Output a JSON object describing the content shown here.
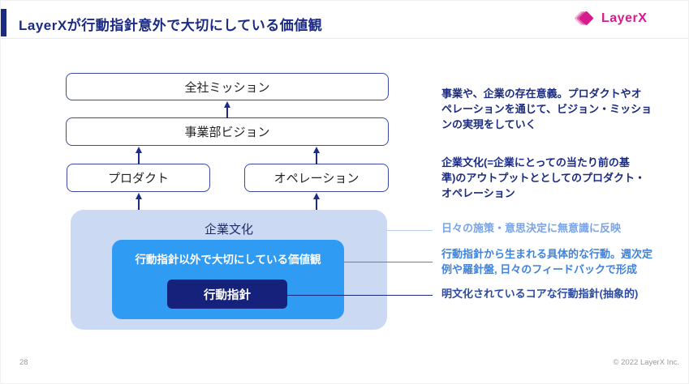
{
  "header": {
    "title": "LayerXが行動指針意外で大切にしている価値観",
    "logo_text": "LayerX"
  },
  "diagram": {
    "mission_label": "全社ミッション",
    "vision_label": "事業部ビジョン",
    "product_label": "プロダクト",
    "operation_label": "オペレーション",
    "culture_label": "企業文化",
    "values_label": "行動指針以外で大切にしている価値観",
    "principles_label": "行動指針"
  },
  "annotations": [
    {
      "text": "事業や、企業の存在意義。プロダクトやオ\nペレーションを通じて、ビジョン・ミッショ\nンの実現をしていく",
      "color": "#1a2b80"
    },
    {
      "text": "企業文化(=企業にとっての当たり前の基\n準)のアウトプットととしてのプロダクト・\nオペレーション",
      "color": "#1a2b80"
    },
    {
      "text": "日々の施策・意思決定に無意識に反映",
      "color": "#79a3e8"
    },
    {
      "text": "行動指針から生まれる具体的な行動。週次定\n例や羅針盤, 日々のフィードバックで形成",
      "color": "#3f83dc"
    },
    {
      "text": "明文化されているコアな行動指針(抽象的)",
      "color": "#2c4b9e"
    }
  ],
  "footer": {
    "page_number": "28",
    "copyright": "© 2022 LayerX Inc."
  },
  "colors": {
    "title_navy": "#1b2a84",
    "brand_magenta": "#d81b8c",
    "box_border_blue": "#3a4ba6",
    "culture_fill": "#ccd9f3",
    "values_fill": "#2f9bf3",
    "principles_fill": "#16217c",
    "arrow_navy": "#1c2b8a"
  }
}
